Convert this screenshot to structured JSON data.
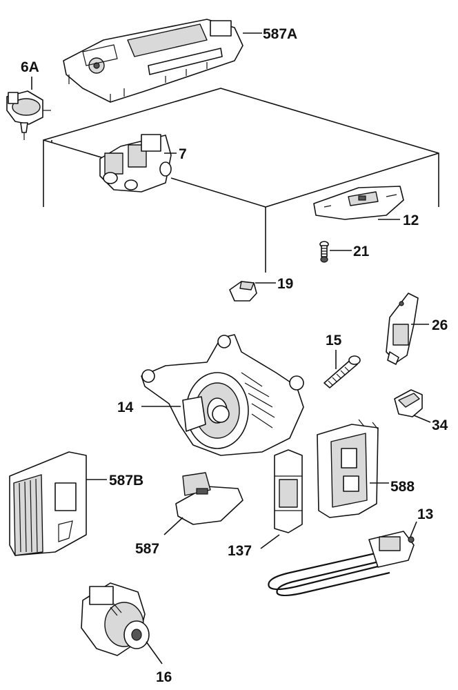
{
  "parts": [
    {
      "key": "587A",
      "label": "587A"
    },
    {
      "key": "6A",
      "label": "6A"
    },
    {
      "key": "7",
      "label": "7"
    },
    {
      "key": "12",
      "label": "12"
    },
    {
      "key": "21",
      "label": "21"
    },
    {
      "key": "19",
      "label": "19"
    },
    {
      "key": "15",
      "label": "15"
    },
    {
      "key": "26",
      "label": "26"
    },
    {
      "key": "14",
      "label": "14"
    },
    {
      "key": "34",
      "label": "34"
    },
    {
      "key": "587B",
      "label": "587B"
    },
    {
      "key": "587",
      "label": "587"
    },
    {
      "key": "137",
      "label": "137"
    },
    {
      "key": "588",
      "label": "588"
    },
    {
      "key": "13",
      "label": "13"
    },
    {
      "key": "16",
      "label": "16"
    }
  ]
}
